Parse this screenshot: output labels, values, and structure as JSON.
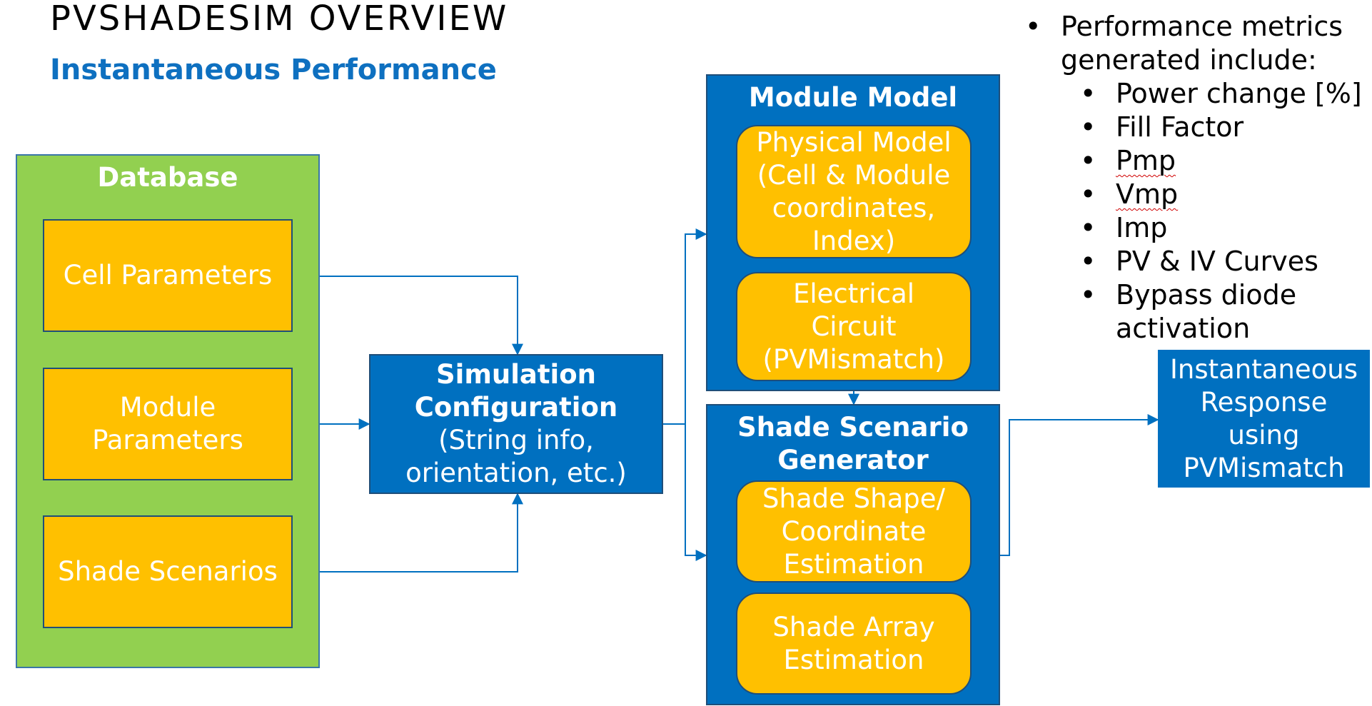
{
  "header": {
    "title": "PVSHADESIM OVERVIEW",
    "subtitle": "Instantaneous Performance"
  },
  "database": {
    "title": "Database",
    "items": [
      "Cell Parameters",
      "Module\nParameters",
      "Shade Scenarios"
    ]
  },
  "simulation": {
    "title": "Simulation\nConfiguration",
    "detail": "(String info,\norientation, etc.)"
  },
  "module_model": {
    "title": "Module Model",
    "items": [
      "Physical Model\n(Cell & Module\ncoordinates,\nIndex)",
      "Electrical\nCircuit\n(PVMismatch)"
    ]
  },
  "shade_generator": {
    "title": "Shade Scenario\nGenerator",
    "items": [
      "Shade Shape/\nCoordinate\nEstimation",
      "Shade Array\nEstimation"
    ]
  },
  "output": {
    "label": "Instantaneous\nResponse\nusing\nPVMismatch"
  },
  "metrics": {
    "intro": "Performance metrics\ngenerated include:",
    "items": [
      "Power change [%]",
      "Fill Factor",
      "Pmp",
      "Vmp",
      "Imp",
      "PV & IV Curves",
      "Bypass diode\nactivation"
    ]
  },
  "colors": {
    "green": "#92d050",
    "blue": "#0070c0",
    "orange": "#ffc000",
    "subtitle": "#0e70c0"
  }
}
